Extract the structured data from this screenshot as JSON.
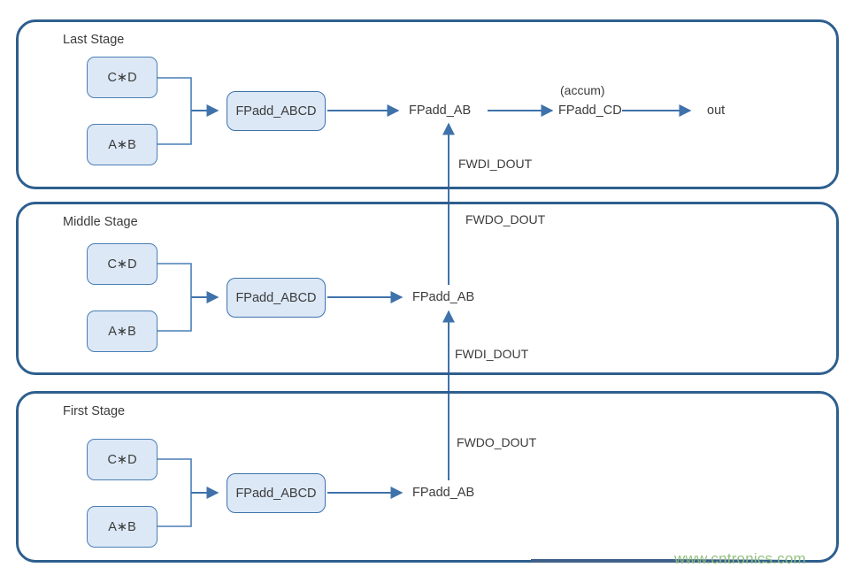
{
  "diagram": {
    "type": "block-diagram",
    "title_text_color": "#3b3b3b",
    "colors": {
      "stage_border": "#2e5f8e",
      "box_fill": "#dce8f6",
      "box_border": "#4a7fb5",
      "wire": "#4a7fb5",
      "watermark": "#8fbf7a"
    },
    "stages": [
      {
        "id": "last",
        "title": "Last Stage",
        "inputs": [
          {
            "label": "C∗D"
          },
          {
            "label": "A∗B"
          }
        ],
        "adder": "FPadd_ABCD",
        "output": "FPadd_AB",
        "accum_note": "(accum)",
        "accum_node": "FPadd_CD",
        "final_output": "out",
        "in_signal": "FWDI_DOUT",
        "out_signal": null
      },
      {
        "id": "middle",
        "title": "Middle Stage",
        "inputs": [
          {
            "label": "C∗D"
          },
          {
            "label": "A∗B"
          }
        ],
        "adder": "FPadd_ABCD",
        "output": "FPadd_AB",
        "in_signal": "FWDI_DOUT",
        "out_signal": "FWDO_DOUT"
      },
      {
        "id": "first",
        "title": "First Stage",
        "inputs": [
          {
            "label": "C∗D"
          },
          {
            "label": "A∗B"
          }
        ],
        "adder": "FPadd_ABCD",
        "output": "FPadd_AB",
        "in_signal": null,
        "out_signal": "FWDO_DOUT"
      }
    ],
    "signals": {
      "fwdi_top": "FWDI_DOUT",
      "fwdo_top": "FWDO_DOUT",
      "fwdi_mid": "FWDI_DOUT",
      "fwdo_mid": "FWDO_DOUT"
    },
    "watermark": "www.cntronics.com"
  }
}
